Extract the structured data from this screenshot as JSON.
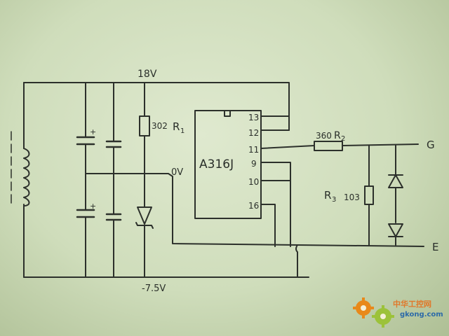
{
  "labels": {
    "v18": "18V",
    "r1_value": "302",
    "r1_name": "R",
    "r1_sub": "1",
    "ic_name": "A316J",
    "pin13": "13",
    "pin12": "12",
    "pin11": "11",
    "pin9": "9",
    "pin10": "10",
    "pin16": "16",
    "r2_value": "360",
    "r2_name": "R",
    "r2_sub": "2",
    "r3_name": "R",
    "r3_sub": "3",
    "r3_value": "103",
    "v0": "0V",
    "vneg": "-7.5V",
    "g_terminal": "G",
    "e_terminal": "E"
  },
  "watermark": {
    "cn": "中华工控网",
    "url": "gkong.com",
    "color_gear_orange": "#e8891a",
    "color_gear_green": "#9cc23a",
    "color_text": "#e0782a"
  }
}
